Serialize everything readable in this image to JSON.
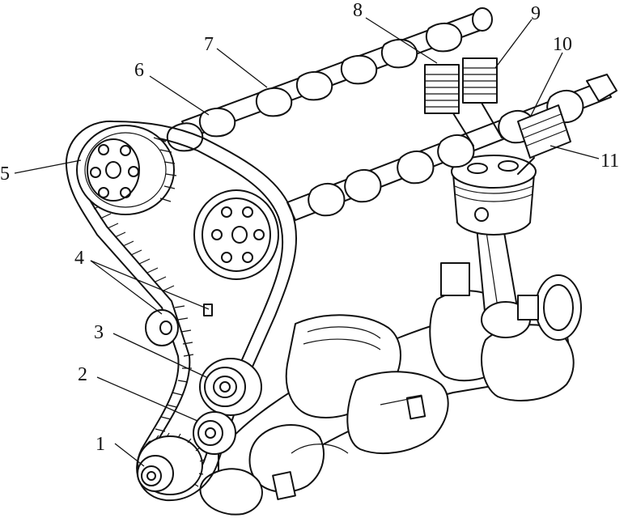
{
  "diagram": {
    "callouts": [
      {
        "id": "1",
        "label": "1"
      },
      {
        "id": "2",
        "label": "2"
      },
      {
        "id": "3",
        "label": "3"
      },
      {
        "id": "4",
        "label": "4"
      },
      {
        "id": "5",
        "label": "5"
      },
      {
        "id": "6",
        "label": "6"
      },
      {
        "id": "7",
        "label": "7"
      },
      {
        "id": "8",
        "label": "8"
      },
      {
        "id": "9",
        "label": "9"
      },
      {
        "id": "10",
        "label": "10"
      },
      {
        "id": "11",
        "label": "11"
      }
    ],
    "ink_color": "#111111",
    "background_color": "#ffffff"
  }
}
